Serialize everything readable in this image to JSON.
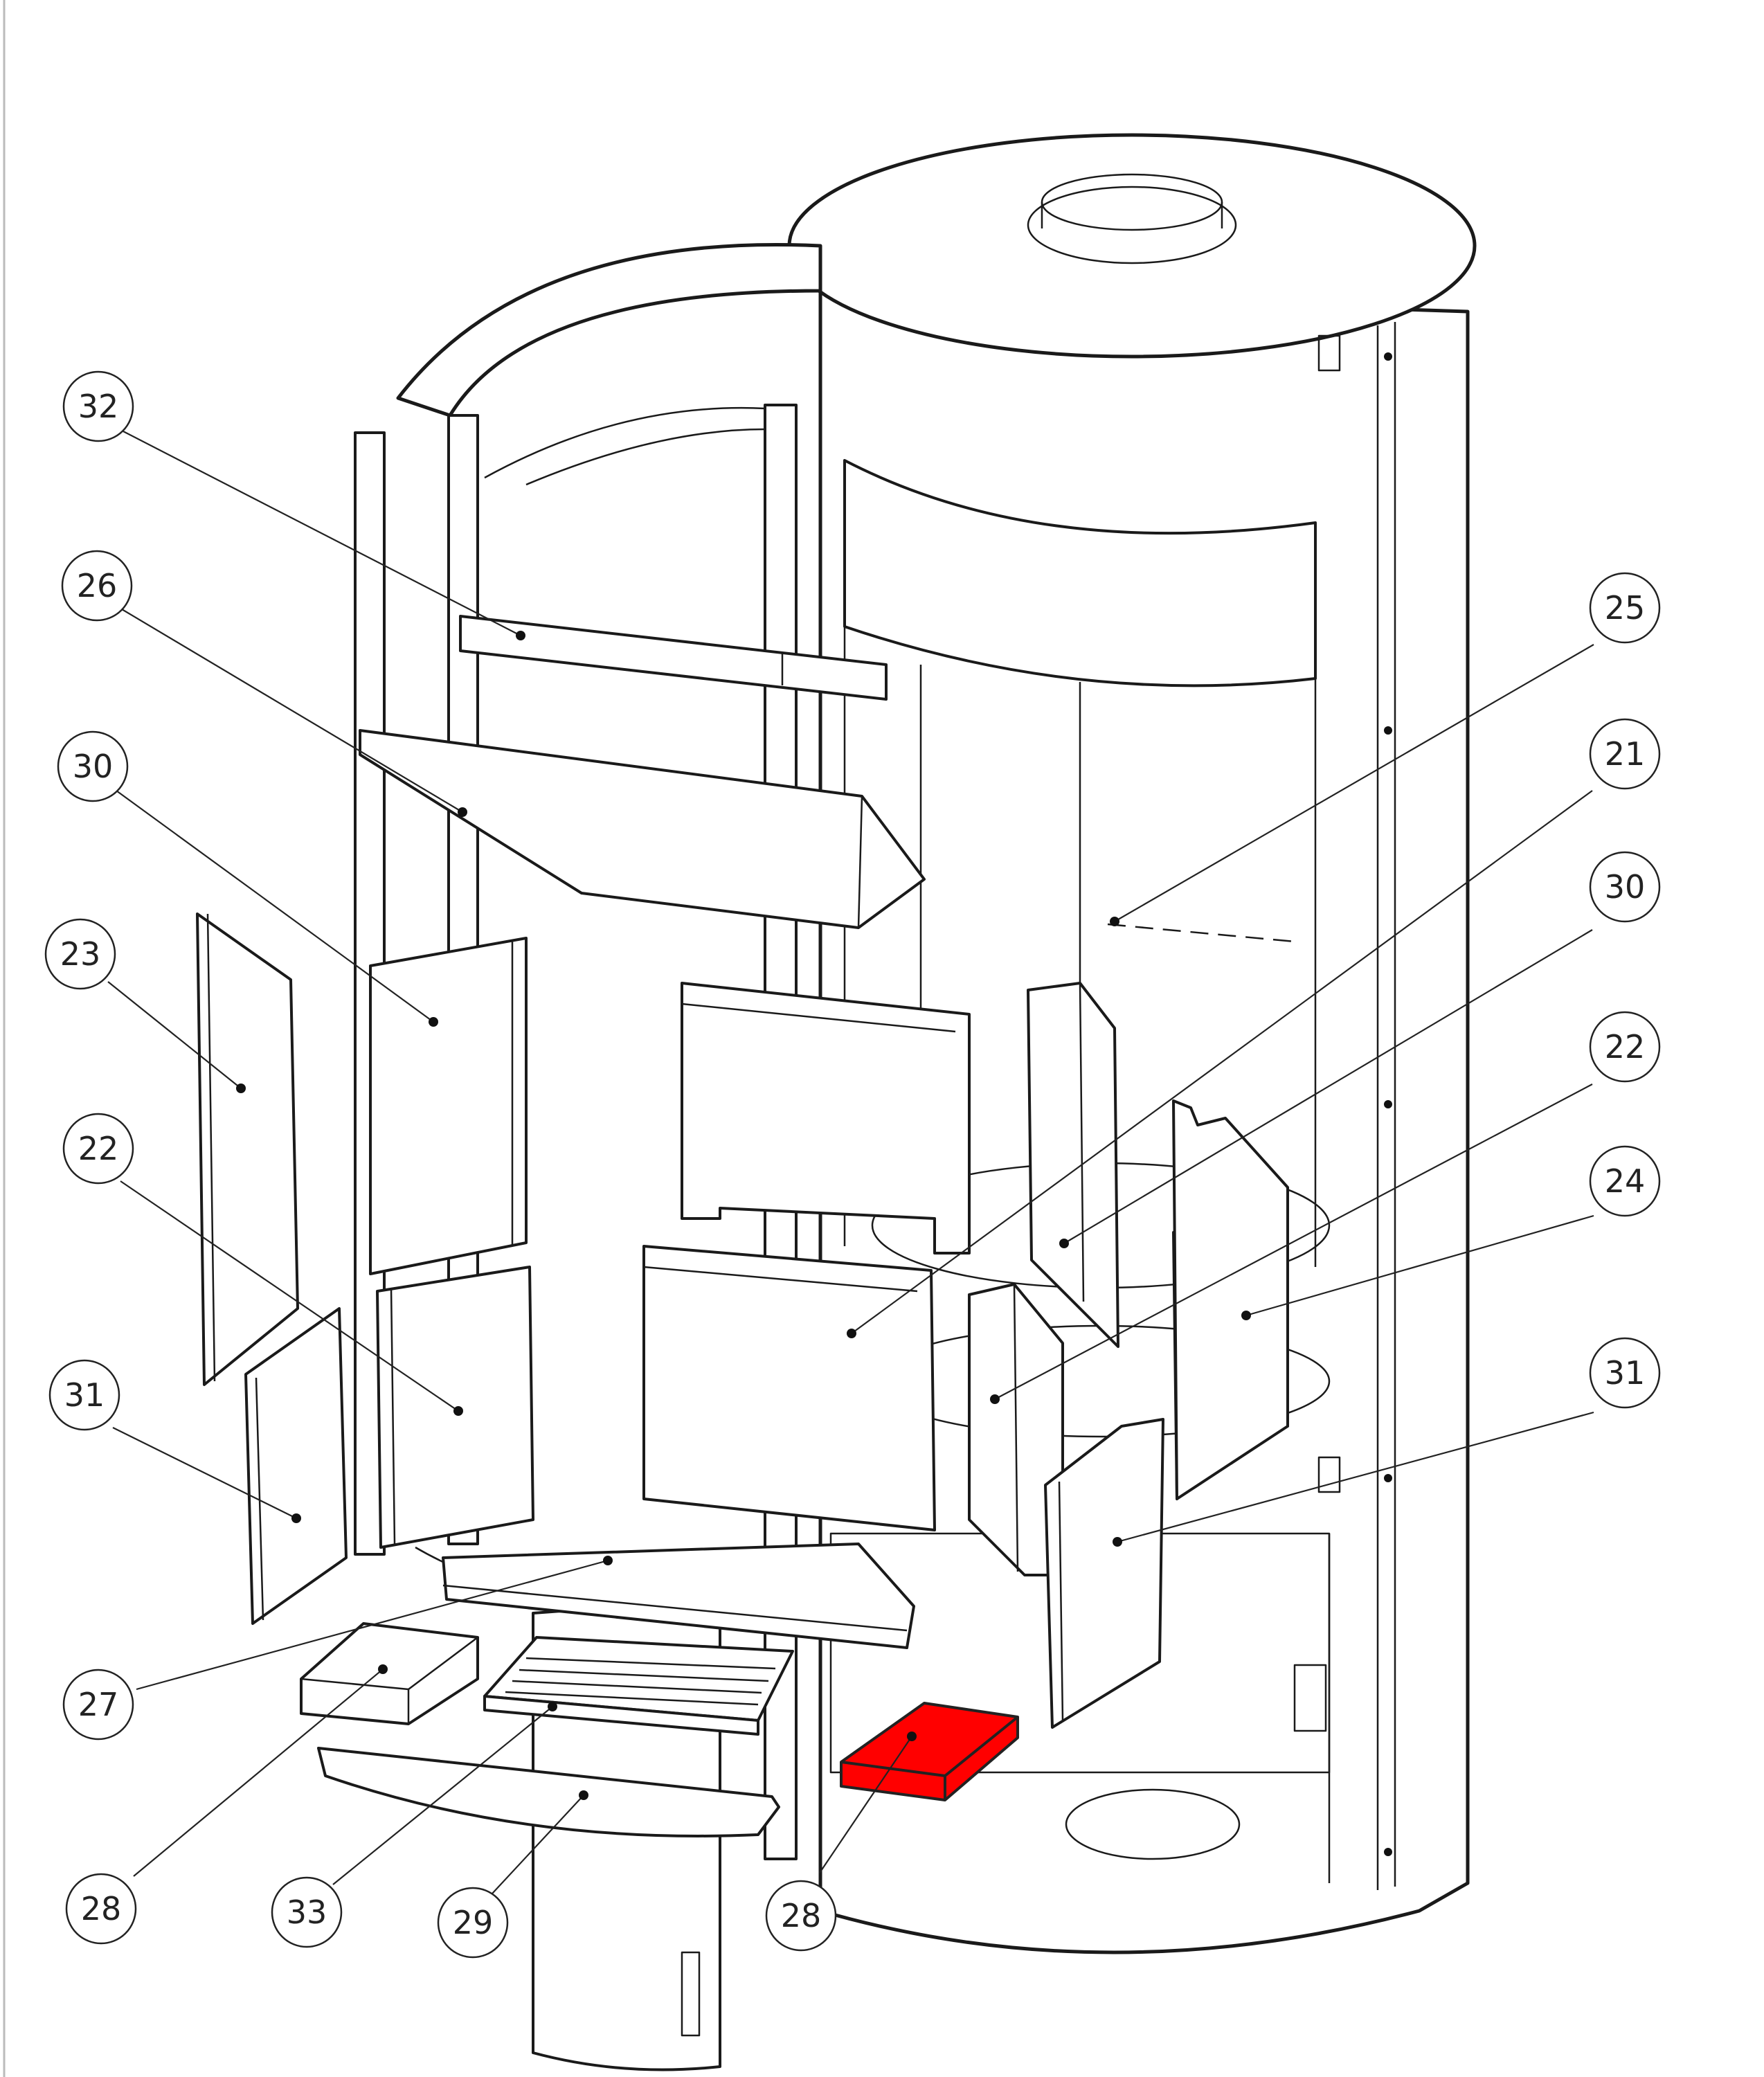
{
  "diagram": {
    "highlight_color": "#ff0000",
    "highlighted_label": "28",
    "callouts": [
      {
        "id": "c32a",
        "label": "32"
      },
      {
        "id": "c26",
        "label": "26"
      },
      {
        "id": "c30a",
        "label": "30"
      },
      {
        "id": "c23",
        "label": "23"
      },
      {
        "id": "c22a",
        "label": "22"
      },
      {
        "id": "c31a",
        "label": "31"
      },
      {
        "id": "c27",
        "label": "27"
      },
      {
        "id": "c28a",
        "label": "28"
      },
      {
        "id": "c33",
        "label": "33"
      },
      {
        "id": "c29",
        "label": "29"
      },
      {
        "id": "c28b",
        "label": "28"
      },
      {
        "id": "c25",
        "label": "25"
      },
      {
        "id": "c21",
        "label": "21"
      },
      {
        "id": "c30b",
        "label": "30"
      },
      {
        "id": "c22b",
        "label": "22"
      },
      {
        "id": "c24",
        "label": "24"
      },
      {
        "id": "c31b",
        "label": "31"
      }
    ]
  }
}
